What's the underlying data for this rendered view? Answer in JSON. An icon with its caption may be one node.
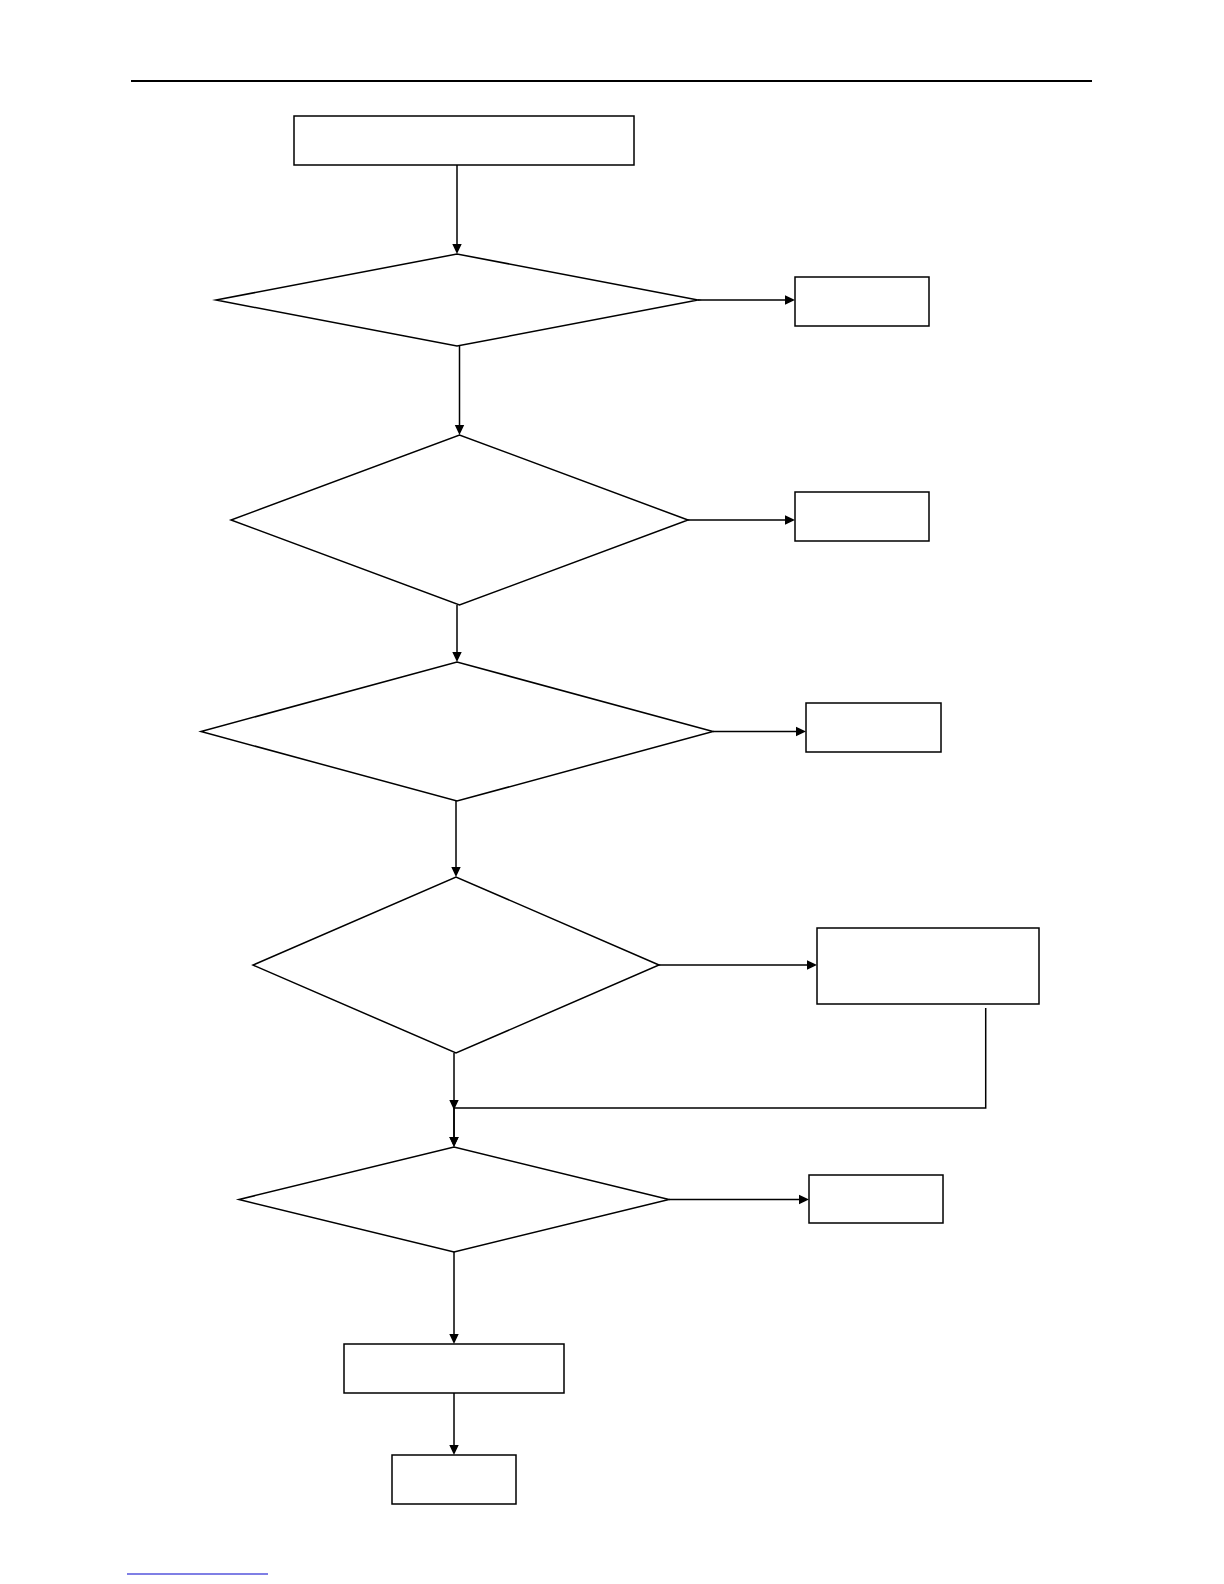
{
  "diagram": {
    "nodes": [
      {
        "text": [],
        "shape": "box"
      },
      {
        "text": [],
        "shape": "diamond"
      },
      {
        "text": [],
        "shape": "box"
      },
      {
        "text": [],
        "shape": "diamond"
      },
      {
        "text": [],
        "shape": "box"
      },
      {
        "text": [],
        "shape": "diamond"
      },
      {
        "text": [],
        "shape": "box"
      },
      {
        "text": [],
        "shape": "diamond"
      },
      {
        "text": [],
        "shape": "box"
      },
      {
        "text": [],
        "shape": "diamond"
      },
      {
        "text": [],
        "shape": "box"
      },
      {
        "text": [],
        "shape": "box"
      },
      {
        "text": [],
        "shape": "box"
      }
    ],
    "edges": [
      {
        "from": 0,
        "to": 1,
        "arrow": "to"
      },
      {
        "from": 1,
        "to": 2,
        "arrow": "to"
      },
      {
        "from": 1,
        "to": 3,
        "arrow": "to"
      },
      {
        "from": 3,
        "to": 4,
        "arrow": "to"
      },
      {
        "from": 3,
        "to": 5,
        "arrow": "to"
      },
      {
        "from": 5,
        "to": 6,
        "arrow": "to"
      },
      {
        "from": 5,
        "to": 7,
        "arrow": "to"
      },
      {
        "from": 7,
        "to": 8,
        "arrow": "to"
      },
      {
        "from": 8,
        "to": 9,
        "arrow": "to"
      },
      {
        "from": 7,
        "to": 9,
        "arrow": "to"
      },
      {
        "from": 9,
        "to": 10,
        "arrow": "to"
      },
      {
        "from": 9,
        "to": 11,
        "arrow": "to"
      },
      {
        "from": 11,
        "to": 12,
        "arrow": "to"
      }
    ]
  }
}
